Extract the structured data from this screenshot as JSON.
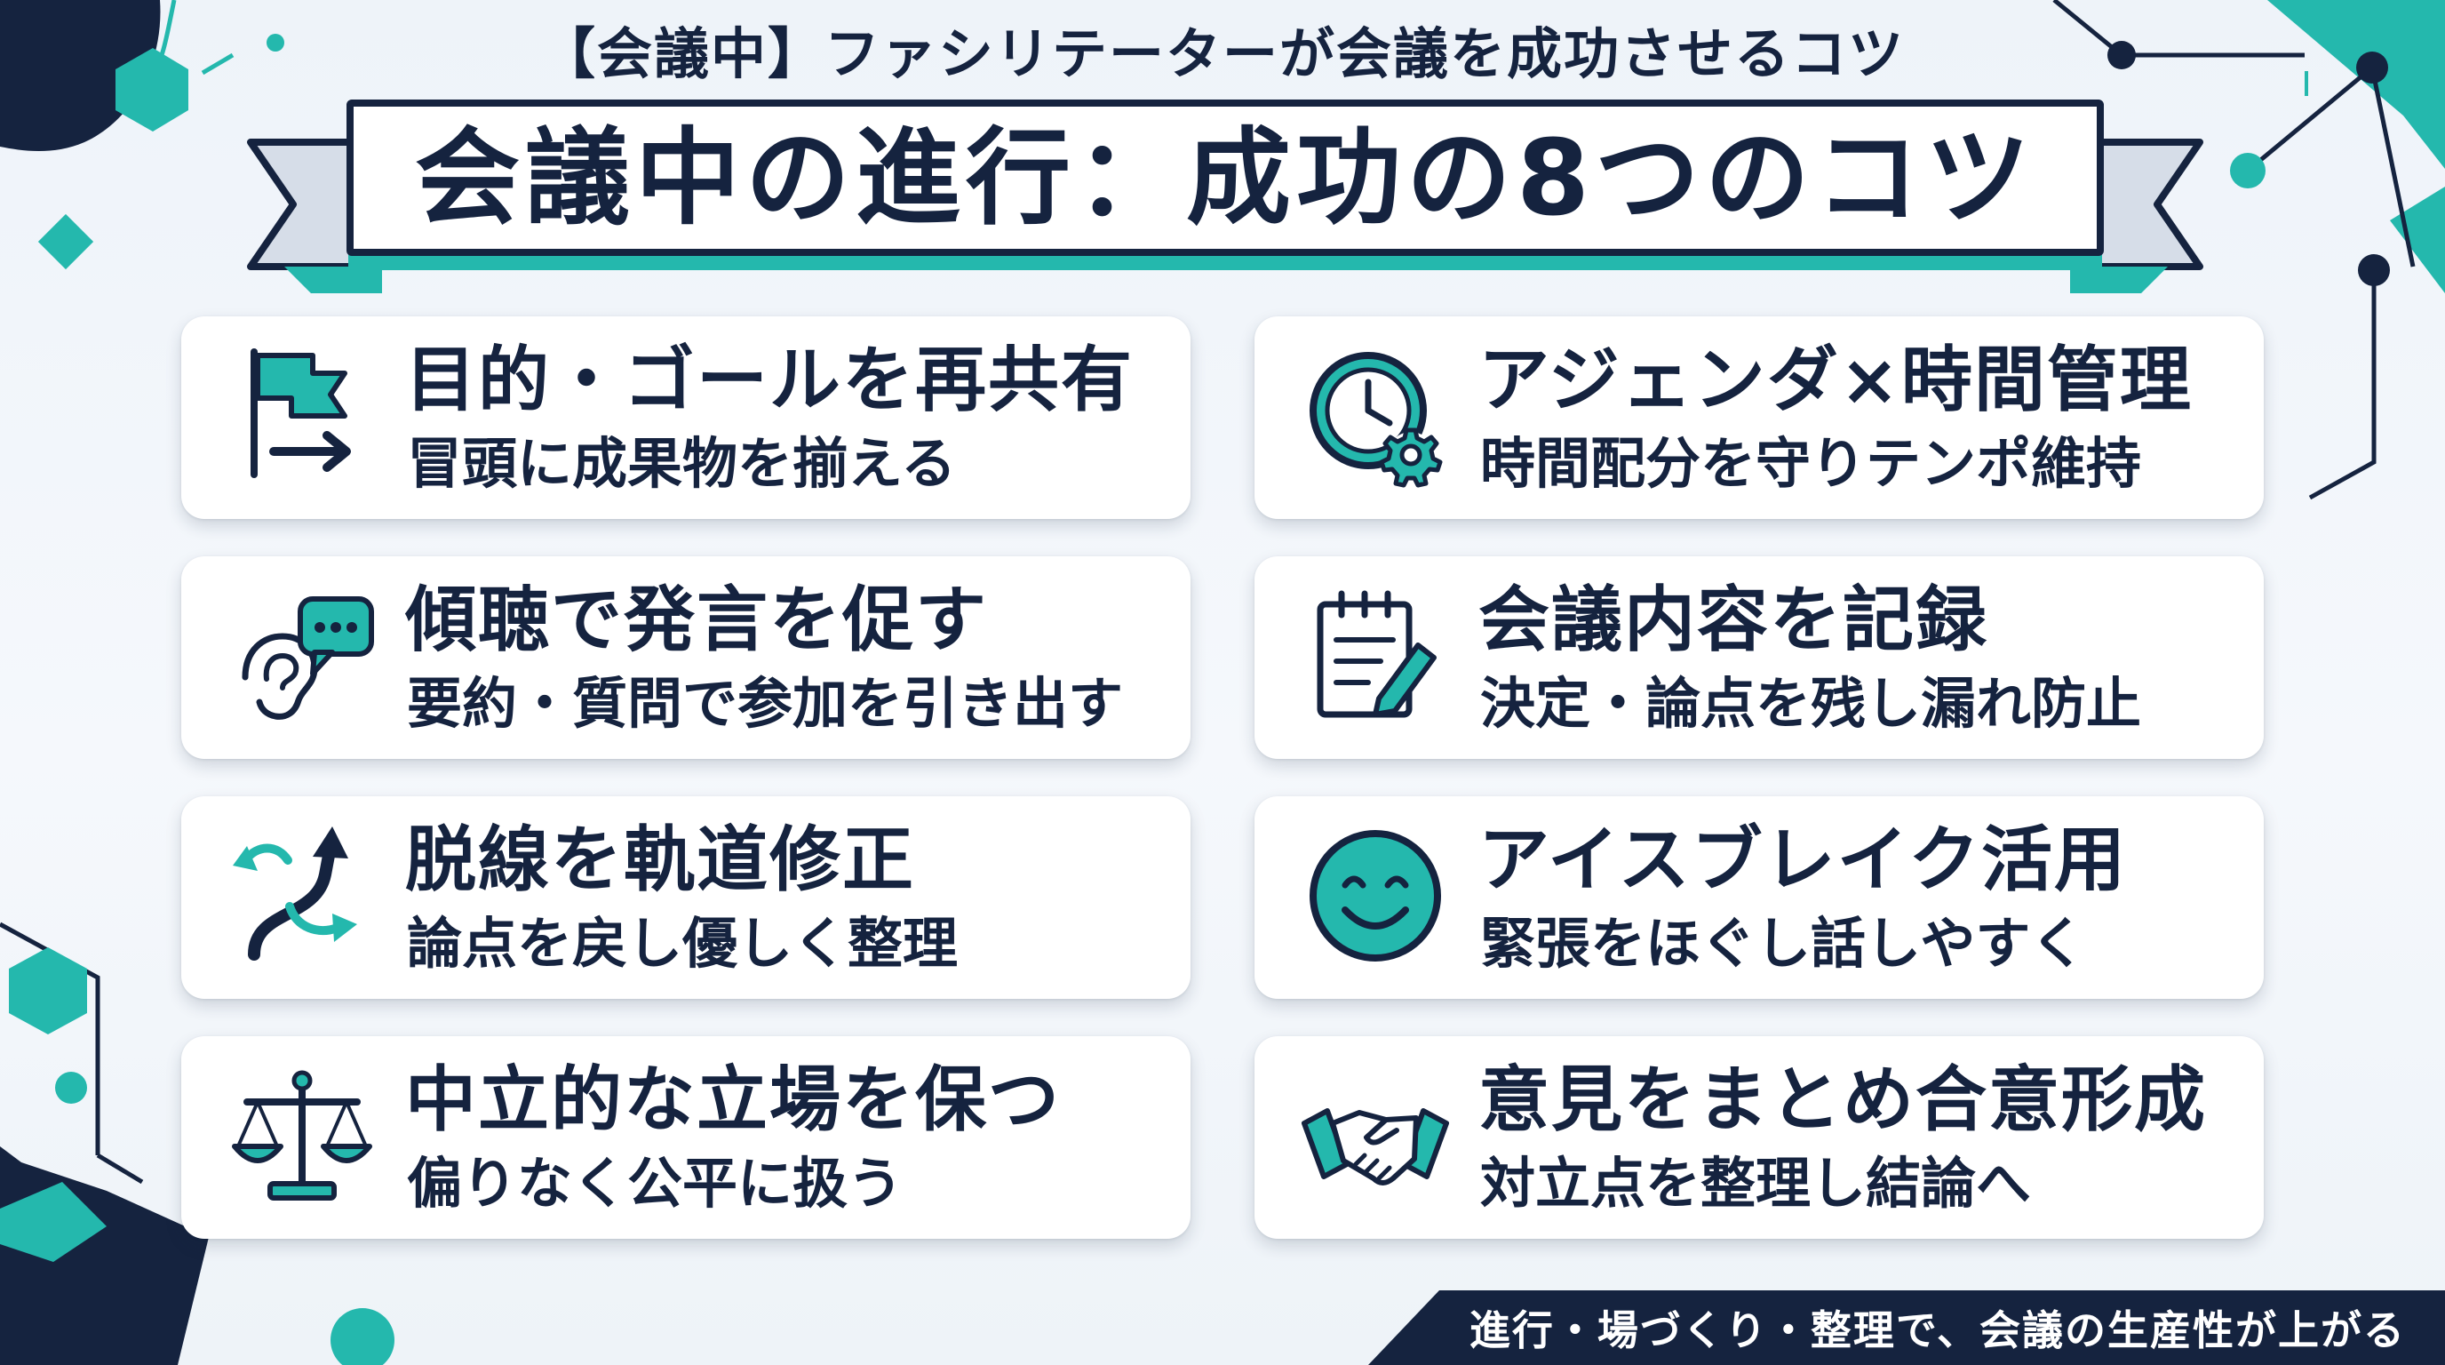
{
  "header": {
    "supertitle": "【会議中】ファシリテーターが会議を成功させるコツ",
    "title": "会議中の進行：成功の8つのコツ"
  },
  "tips": [
    {
      "title": "目的・ゴールを再共有",
      "desc": "冒頭に成果物を揃える",
      "icon": "flag-arrow-icon"
    },
    {
      "title": "アジェンダ×時間管理",
      "desc": "時間配分を守りテンポ維持",
      "icon": "clock-gear-icon"
    },
    {
      "title": "傾聴で発言を促す",
      "desc": "要約・質問で参加を引き出す",
      "icon": "ear-speech-bubble-icon"
    },
    {
      "title": "会議内容を記録",
      "desc": "決定・論点を残し漏れ防止",
      "icon": "notepad-pen-icon"
    },
    {
      "title": "脱線を軌道修正",
      "desc": "論点を戻し優しく整理",
      "icon": "redirect-arrows-icon"
    },
    {
      "title": "アイスブレイク活用",
      "desc": "緊張をほぐし話しやすく",
      "icon": "smiley-face-icon"
    },
    {
      "title": "中立的な立場を保つ",
      "desc": "偏りなく公平に扱う",
      "icon": "balance-scale-icon"
    },
    {
      "title": "意見をまとめ合意形成",
      "desc": "対立点を整理し結論へ",
      "icon": "handshake-icon"
    }
  ],
  "footer": {
    "text": "進行・場づくり・整理で、会議の生産性が上がる"
  },
  "colors": {
    "navy": "#15233f",
    "teal": "#24b8ad",
    "background": "#eef3f9",
    "card": "#ffffff"
  }
}
